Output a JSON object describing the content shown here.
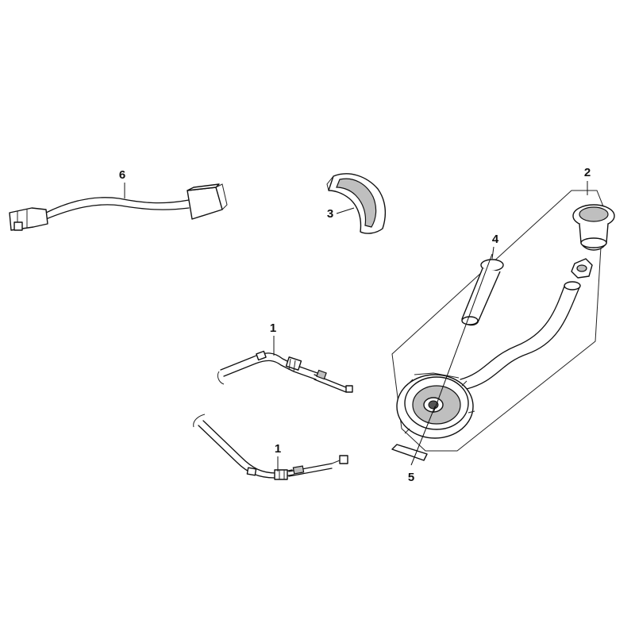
{
  "callouts": {
    "c1a": "1",
    "c1b": "1",
    "c2": "2",
    "c3": "3",
    "c4": "4",
    "c5": "5",
    "c6": "6"
  },
  "colors": {
    "line": "#111111",
    "background": "#ffffff",
    "shade": "#bfbfbf"
  }
}
